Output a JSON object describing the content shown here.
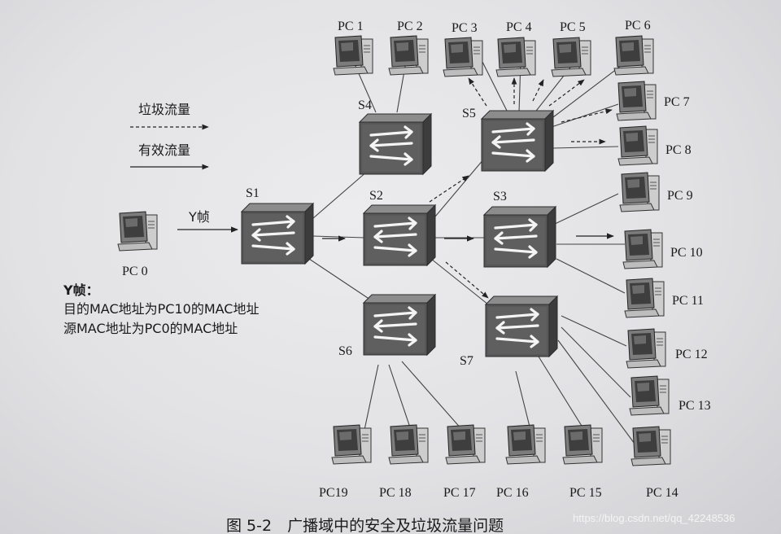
{
  "legend": {
    "junk": "垃圾流量",
    "valid": "有效流量"
  },
  "frame_label": "Y帧",
  "note": {
    "title": "Y帧：",
    "line1": "目的MAC地址为PC10的MAC地址",
    "line2": "源MAC地址为PC0的MAC地址"
  },
  "switches": {
    "S1": "S1",
    "S2": "S2",
    "S3": "S3",
    "S4": "S4",
    "S5": "S5",
    "S6": "S6",
    "S7": "S7"
  },
  "pcs": {
    "pc0": "PC 0",
    "pc1": "PC 1",
    "pc2": "PC 2",
    "pc3": "PC 3",
    "pc4": "PC 4",
    "pc5": "PC 5",
    "pc6": "PC 6",
    "pc7": "PC 7",
    "pc8": "PC 8",
    "pc9": "PC 9",
    "pc10": "PC 10",
    "pc11": "PC 11",
    "pc12": "PC 12",
    "pc13": "PC 13",
    "pc14": "PC 14",
    "pc15": "PC 15",
    "pc16": "PC 16",
    "pc17": "PC 17",
    "pc18": "PC 18",
    "pc19": "PC19"
  },
  "caption": "图 5-2　广播域中的安全及垃圾流量问题",
  "watermark": "https://blog.csdn.net/qq_42248536",
  "colors": {
    "switch_body": "#5a5a5a",
    "switch_top": "#8a8a8a",
    "line": "#444444"
  }
}
